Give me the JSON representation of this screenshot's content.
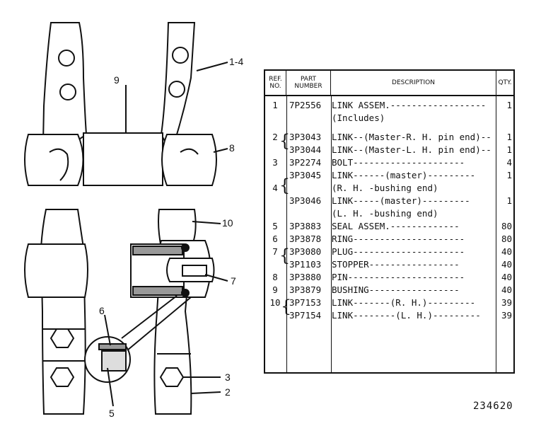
{
  "callouts": {
    "c_1_4": "1-4",
    "c_9": "9",
    "c_8": "8",
    "c_10": "10",
    "c_7": "7",
    "c_6": "6",
    "c_3": "3",
    "c_2": "2",
    "c_5": "5"
  },
  "table": {
    "headers": {
      "ref": "REF. NO.",
      "part": "PART NUMBER",
      "desc": "DESCRIPTION",
      "qty": "QTY."
    },
    "rows": [
      {
        "ref": "1",
        "part": "7P2556",
        "desc": "LINK ASSEM.------------------",
        "qty": "1"
      },
      {
        "ref": "",
        "part": "",
        "desc": "    (Includes)",
        "qty": ""
      },
      {
        "ref": "2",
        "part": "3P3043",
        "desc": "    LINK--(Master-R. H. pin end)--",
        "qty": "1"
      },
      {
        "ref": "",
        "part": "3P3044",
        "desc": "    LINK--(Master-L. H. pin end)--",
        "qty": "1"
      },
      {
        "ref": "3",
        "part": "3P2274",
        "desc": "    BOLT---------------------",
        "qty": "4"
      },
      {
        "ref": "",
        "part": "3P3045",
        "desc": "    LINK------(master)---------",
        "qty": "1"
      },
      {
        "ref": "4",
        "part": "",
        "desc": "     (R. H. -bushing end)",
        "qty": ""
      },
      {
        "ref": "",
        "part": "3P3046",
        "desc": "    LINK-----(master)---------",
        "qty": "1"
      },
      {
        "ref": "",
        "part": "",
        "desc": "     (L. H. -bushing end)",
        "qty": ""
      },
      {
        "ref": "5",
        "part": "3P3883",
        "desc": "    SEAL ASSEM.-------------",
        "qty": "80"
      },
      {
        "ref": "6",
        "part": "3P3878",
        "desc": "    RING---------------------",
        "qty": "80"
      },
      {
        "ref": "7",
        "part": "3P3080",
        "desc": "    PLUG---------------------",
        "qty": "40"
      },
      {
        "ref": "",
        "part": "3P1103",
        "desc": "    STOPPER-----------------",
        "qty": "40"
      },
      {
        "ref": "8",
        "part": "3P3880",
        "desc": "    PIN----------------------",
        "qty": "40"
      },
      {
        "ref": "9",
        "part": "3P3879",
        "desc": "    BUSHING-----------------",
        "qty": "40"
      },
      {
        "ref": "10",
        "part": "3P7153",
        "desc": "    LINK-------(R. H.)---------",
        "qty": "39"
      },
      {
        "ref": "",
        "part": "3P7154",
        "desc": "    LINK--------(L. H.)---------",
        "qty": "39"
      }
    ]
  },
  "figure_number": "234620"
}
